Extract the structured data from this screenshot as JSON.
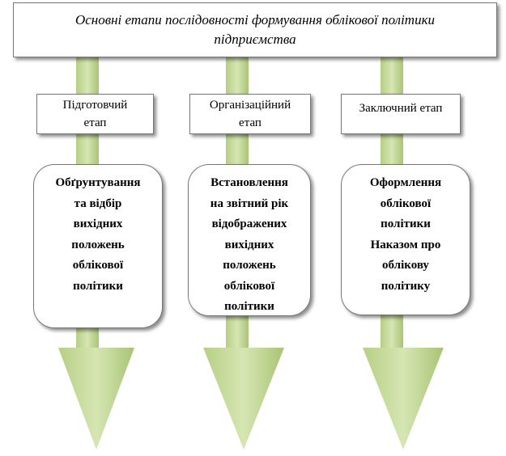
{
  "title_lines": [
    "Основні етапи послідовності формування облікової політики",
    "підприємства"
  ],
  "stages": [
    {
      "label_lines": [
        "Підготовчий",
        "етап"
      ],
      "description": "Обґрунтування\nта відбір\nвихідних\nположень\nоблікової\nполітики"
    },
    {
      "label_lines": [
        "Організаційний",
        "етап"
      ],
      "description": "Встановлення\nна звітний рік\nвідображених\nвихідних\nположень\nоблікової\nполітики"
    },
    {
      "label_lines": [
        "Заключний етап"
      ],
      "description": "Оформлення\nоблікової\nполітики\nНаказом про\nоблікову\nполітику"
    }
  ],
  "colors": {
    "arrow_fill_light": "#cfe0a8",
    "arrow_fill_dark": "#9fbd6a",
    "box_border": "#777777"
  }
}
